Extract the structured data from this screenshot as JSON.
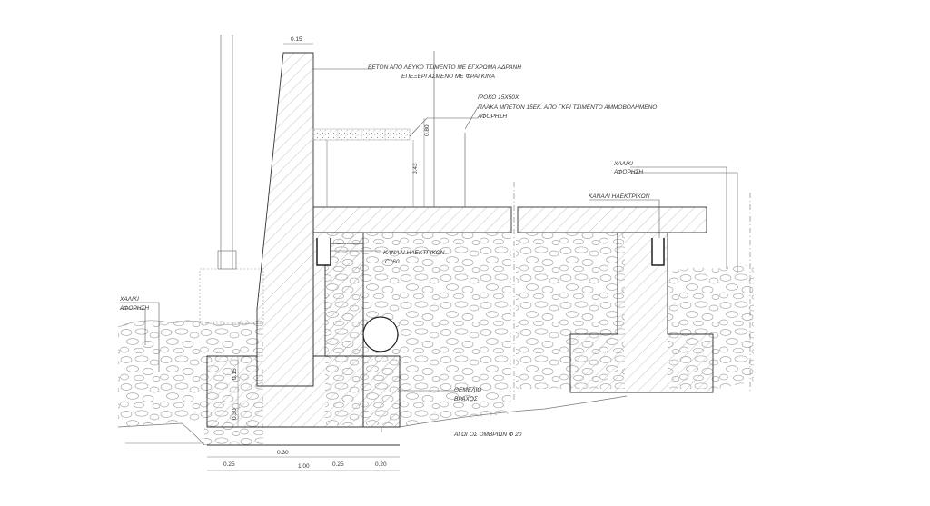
{
  "labels": {
    "beton_line1": "ΒΕΤΟΝ ΑΠΟ ΛΕΥΚΟ ΤΣΙΜΕΝΤΟ ΜΕ ΕΓΧΡΩΜΑ ΑΔΡΑΝΗ",
    "beton_line2": "ΕΠΕΞΕΡΓΑΣΜΕΝΟ ΜΕ ΦΡΑΓΚΙΝΑ",
    "iroko": "ΙΡΟΚΟ 15Χ50Χ",
    "plaka": "ΠΛΑΚΑ ΜΠΕΤΟΝ 15ΕΚ. ΑΠΟ ΓΚΡΙ ΤΣΙΜΕΝΤΟ ΑΜΜΟΒΟΛΗΜΕΝΟ",
    "afothrsi_top": "ΑΦΟΡΗΣΗ",
    "kanali_left": "ΚΑΝΑΛΙ ΗΛΕΚΤΡΙΚΩΝ",
    "c160": "C160",
    "xaliki_left": "ΧΑΛΙΚΙ",
    "afothrsi_left": "ΑΦΟΡΗΣΗ",
    "xaliki_right": "ΧΑΛΙΚΙ",
    "afothrsi_right": "ΑΦΟΡΗΣΗ",
    "kanali_right": "ΚΑΝΑΛΙ ΗΛΕΚΤΡΙΚΩΝ",
    "themelio": "ΘΕΜΕΛΙΟ",
    "vraxos": "ΒΡΑΧΟΣ",
    "agogos": "ΑΓΩΓΟΣ ΟΜΒΡΙΩΝ Φ 20"
  },
  "dims": {
    "top": "0.15",
    "h_080": "0.80",
    "h_043": "0.43",
    "v_015": "0.15",
    "v_030": "0.30",
    "b_030": "0.30",
    "b_025a": "0.25",
    "b_100": "1.00",
    "b_025b": "0.25",
    "b_020": "0.20"
  }
}
